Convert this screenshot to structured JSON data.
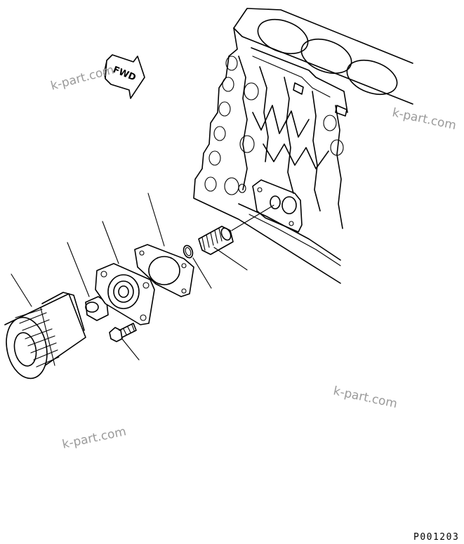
{
  "direction_arrow": {
    "label": "FWD"
  },
  "watermarks": [
    "k-part.com",
    "k-part.com",
    "k-part.com",
    "k-part.com"
  ],
  "drawing_code": "P001203"
}
